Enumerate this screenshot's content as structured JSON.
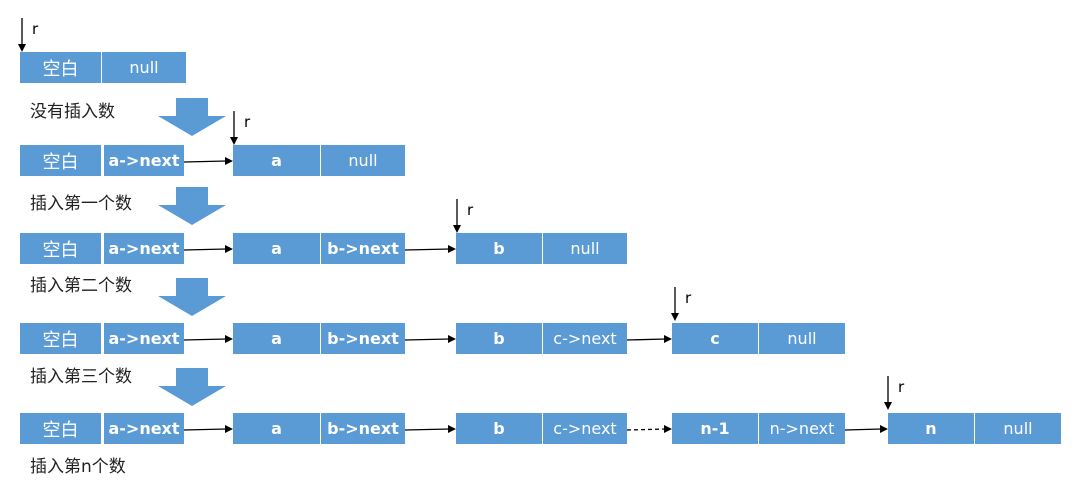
{
  "diagram": {
    "pointer_label": "r",
    "head_label": "空白",
    "null_label": "null",
    "colors": {
      "node_fill": "#5b9bd5",
      "node_text": "#ffffff",
      "big_arrow": "#5b9bd5"
    },
    "rows": [
      {
        "caption": "没有插入数",
        "cells": [
          {
            "text": "空白"
          },
          {
            "text": "null"
          }
        ]
      },
      {
        "caption": "插入第一个数",
        "cells": [
          {
            "text": "空白"
          },
          {
            "text": "a->next"
          },
          {
            "text": "a"
          },
          {
            "text": "null"
          }
        ]
      },
      {
        "caption": "插入第二个数",
        "cells": [
          {
            "text": "空白"
          },
          {
            "text": "a->next"
          },
          {
            "text": "a"
          },
          {
            "text": "b->next"
          },
          {
            "text": "b"
          },
          {
            "text": "null"
          }
        ]
      },
      {
        "caption": "插入第三个数",
        "cells": [
          {
            "text": "空白"
          },
          {
            "text": "a->next"
          },
          {
            "text": "a"
          },
          {
            "text": "b->next"
          },
          {
            "text": "b"
          },
          {
            "text": "c->next"
          },
          {
            "text": "c"
          },
          {
            "text": "null"
          }
        ]
      },
      {
        "caption": "插入第n个数",
        "cells": [
          {
            "text": "空白"
          },
          {
            "text": "a->next"
          },
          {
            "text": "a"
          },
          {
            "text": "b->next"
          },
          {
            "text": "b"
          },
          {
            "text": "c->next"
          },
          {
            "text": "n-1"
          },
          {
            "text": "n->next"
          },
          {
            "text": "n"
          },
          {
            "text": "null"
          }
        ]
      }
    ]
  }
}
